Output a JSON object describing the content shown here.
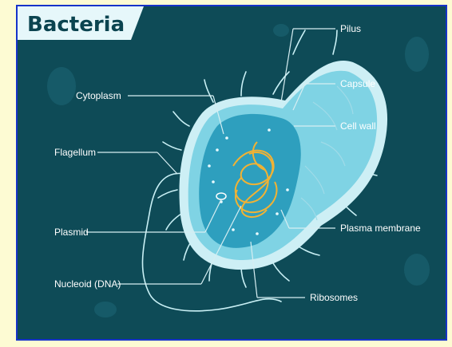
{
  "title": "Bacteria",
  "labels": {
    "pilus": "Pilus",
    "capsule": "Capsule",
    "cell_wall": "Cell wall",
    "cytoplasm": "Cytoplasm",
    "flagellum": "Flagellum",
    "plasmid": "Plasmid",
    "nucleoid": "Nucleoid (DNA)",
    "plasma_membrane": "Plasma membrane",
    "ribosomes": "Ribosomes"
  },
  "colors": {
    "background": "#0e4b57",
    "title_banner": "#e6f7fa",
    "cell_fill": "#5fc4da",
    "cell_interior": "#2e9fbe",
    "capsule": "#cdeff5",
    "dna": "#f2b233",
    "frame_border": "#1733c9",
    "page_background": "#fdfbd3"
  }
}
